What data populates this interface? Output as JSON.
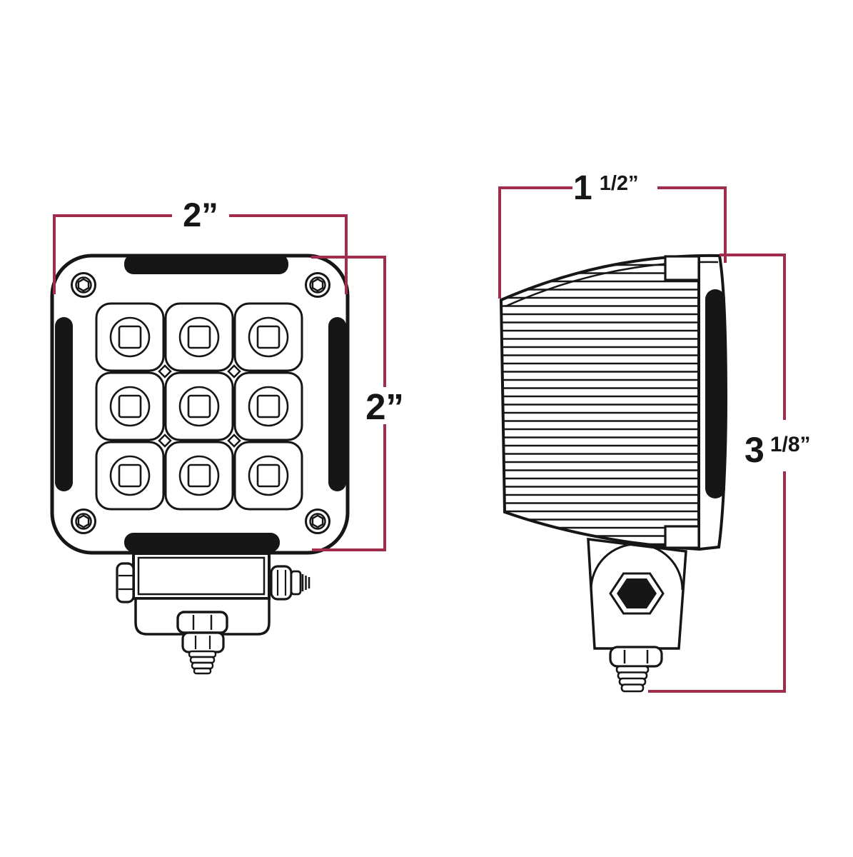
{
  "diagram": {
    "description_colors": {
      "line_color": "#161616",
      "dimension_line_color": "#a12d4d",
      "background": "#ffffff"
    },
    "dimensions": {
      "front_width": "2”",
      "front_height": "2”",
      "side_width_whole": "1",
      "side_width_fraction": "1/2”",
      "side_height_whole": "3",
      "side_height_fraction": "1/8”"
    }
  }
}
